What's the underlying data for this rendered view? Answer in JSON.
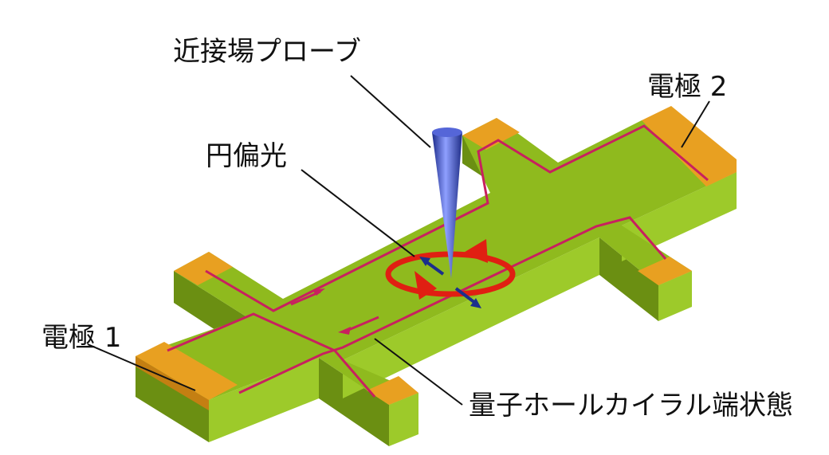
{
  "labels": {
    "probe": "近接場プローブ",
    "circular_polarization": "円偏光",
    "electrode_1": "電極 1",
    "electrode_2": "電極 2",
    "edge_state": "量子ホールカイラル端状態"
  },
  "colors": {
    "top": "#8fba1e",
    "side_left": "#6b8f12",
    "side_front": "#9dca2a",
    "electrode_top": "#e8a021",
    "electrode_side": "#c47f12",
    "edge_channel": "#c8205f",
    "probe": "#3a4fc0",
    "rotation_arrow": "#e01f12",
    "field_arrow": "#1b2f8c",
    "leader_line": "#111111"
  }
}
